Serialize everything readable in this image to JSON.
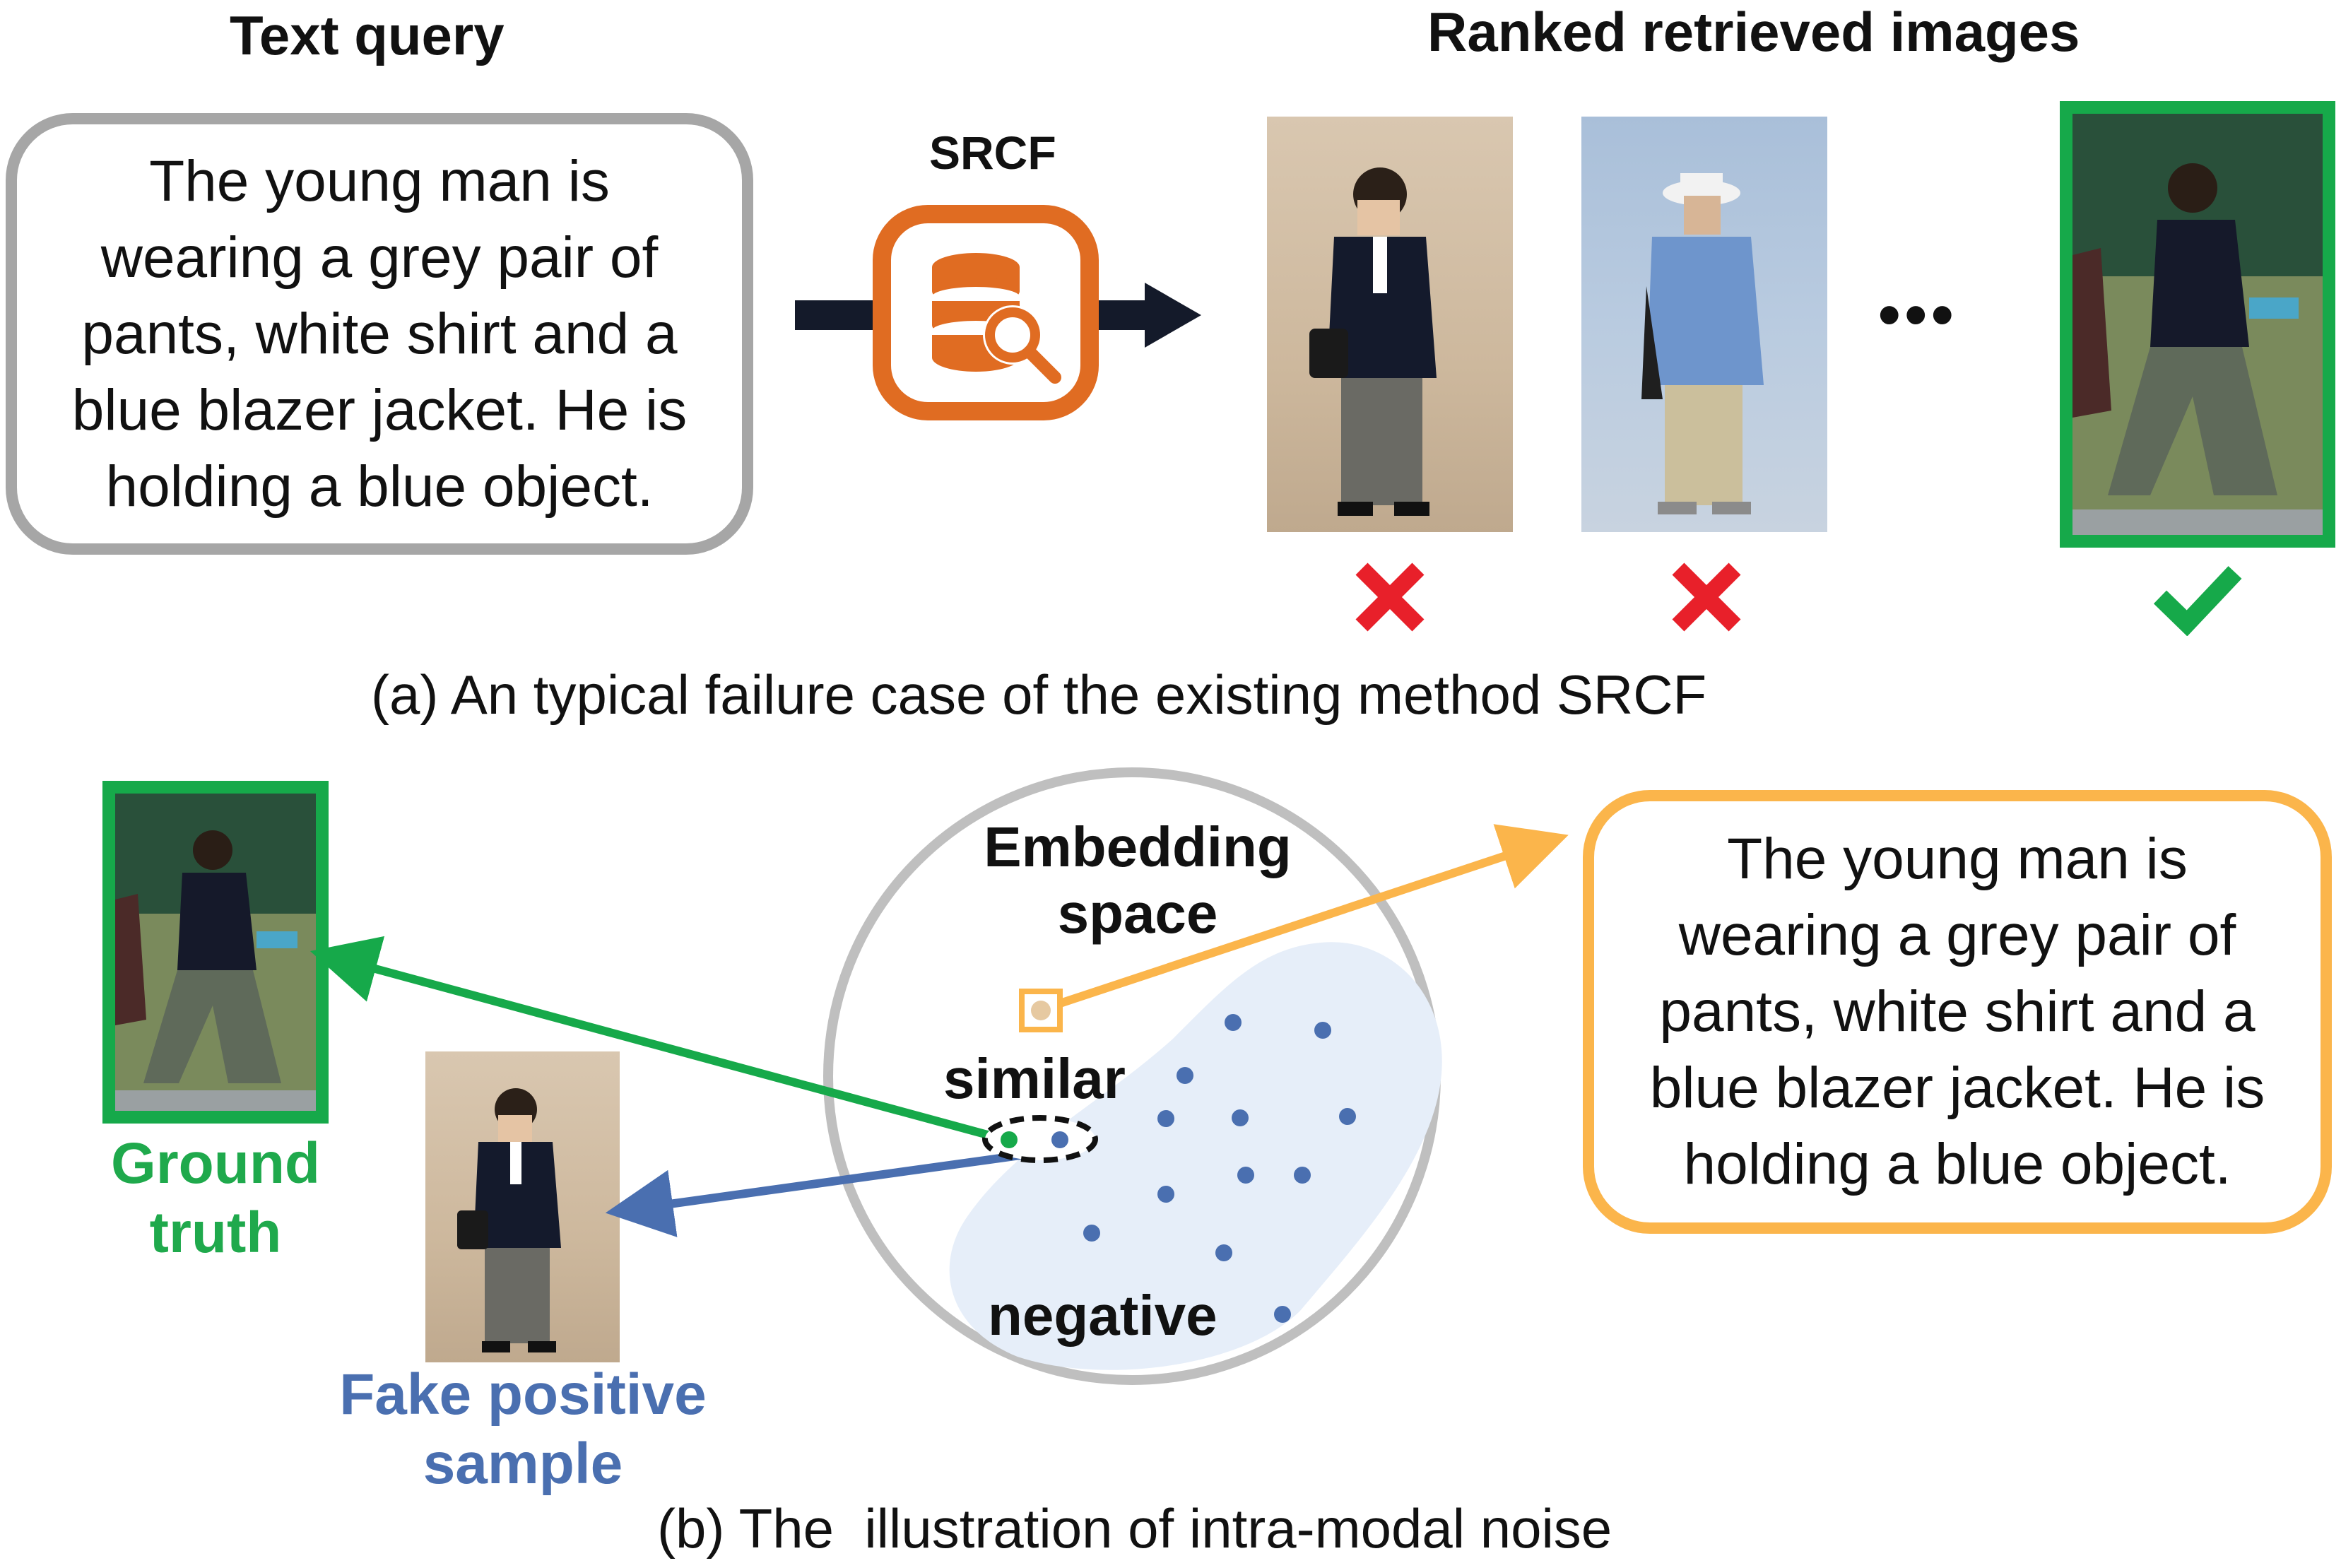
{
  "part_a": {
    "heading_query": "Text query",
    "heading_results": "Ranked retrieved images",
    "query_lines": [
      "The young man is",
      "wearing a grey pair of",
      "pants, white shirt and a",
      "blue blazer jacket. He is",
      "holding a blue object."
    ],
    "method_label": "SRCF",
    "method_icon": "database-search-icon",
    "ellipsis": "•••",
    "results": [
      {
        "icon": "cross-icon",
        "status": "wrong",
        "color": "#e8202a"
      },
      {
        "icon": "cross-icon",
        "status": "wrong",
        "color": "#e8202a"
      },
      {
        "icon": "check-icon",
        "status": "correct",
        "color": "#16a94a"
      }
    ],
    "caption": "(a) An typical failure case of the existing method SRCF"
  },
  "part_b": {
    "ground_truth_label": [
      "Ground",
      "truth"
    ],
    "fake_positive_label": [
      "Fake positive",
      "sample"
    ],
    "embedding_label": [
      "Embedding",
      "space"
    ],
    "similar_label": "similar",
    "negative_label": "negative",
    "text_lines": [
      "The young man is",
      "wearing a grey pair of",
      "pants, white shirt and a",
      "blue blazer jacket. He is",
      "holding a blue object."
    ],
    "caption": "(b) The  illustration of intra-modal noise"
  },
  "colors": {
    "green": "#16a94a",
    "blue": "#4a6fb0",
    "orange": "#fbb54b",
    "srcf_orange": "#e06c22",
    "red": "#e8202a",
    "grey": "#a6a6a6",
    "embedding_fill": "#e6eef9",
    "dot": "#4a6fb0"
  }
}
